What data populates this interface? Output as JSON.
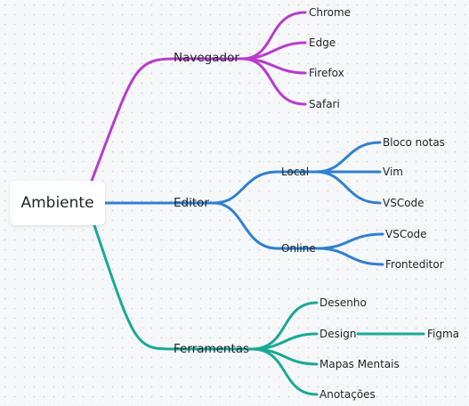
{
  "mindmap": {
    "root": "Ambiente",
    "colors": {
      "navegador": "#b63dcb",
      "editor": "#2f80d1",
      "ferramentas": "#1ba994"
    },
    "branches": {
      "navegador": {
        "label": "Navegador",
        "children": [
          "Chrome",
          "Edge",
          "Firefox",
          "Safari"
        ]
      },
      "editor": {
        "label": "Editor",
        "local": {
          "label": "Local",
          "children": [
            "Bloco notas",
            "Vim",
            "VSCode"
          ]
        },
        "online": {
          "label": "Online",
          "children": [
            "VSCode",
            "Fronteditor"
          ]
        }
      },
      "ferramentas": {
        "label": "Ferramentas",
        "children": [
          "Desenho",
          "Design",
          "Mapas Mentais",
          "Anotações"
        ],
        "design_child": "Figma"
      }
    }
  }
}
